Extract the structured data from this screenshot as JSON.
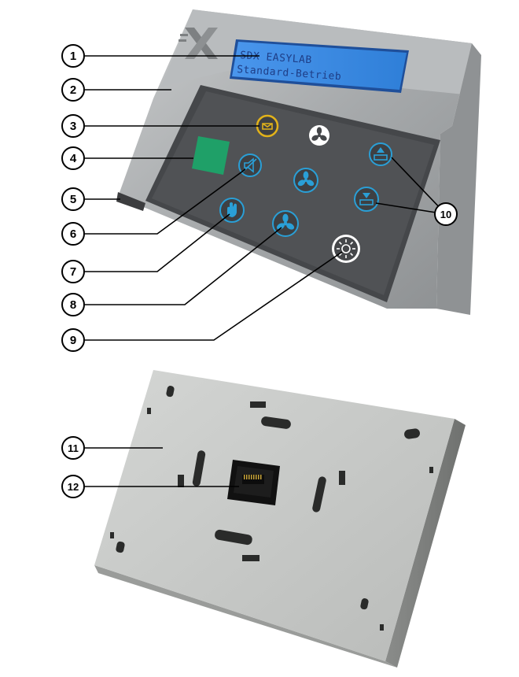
{
  "display": {
    "line1": "SDX EASYLAB",
    "line2": "Standard-Betrieb"
  },
  "callouts": [
    {
      "id": 1,
      "label": "1"
    },
    {
      "id": 2,
      "label": "2"
    },
    {
      "id": 3,
      "label": "3"
    },
    {
      "id": 4,
      "label": "4"
    },
    {
      "id": 5,
      "label": "5"
    },
    {
      "id": 6,
      "label": "6"
    },
    {
      "id": 7,
      "label": "7"
    },
    {
      "id": 8,
      "label": "8"
    },
    {
      "id": 9,
      "label": "9"
    },
    {
      "id": 10,
      "label": "10"
    },
    {
      "id": 11,
      "label": "11"
    },
    {
      "id": 12,
      "label": "12"
    }
  ],
  "buttons": {
    "mute": {
      "icon": "mute-icon"
    },
    "fan_low": {
      "icon": "fan-icon"
    },
    "fan_mid": {
      "icon": "fan-icon"
    },
    "fan_high": {
      "icon": "fan-icon"
    },
    "fan_white": {
      "icon": "fan-icon"
    },
    "hand": {
      "icon": "hand-icon"
    },
    "light": {
      "icon": "light-icon"
    },
    "alarm": {
      "icon": "alarm-icon"
    },
    "sash_up": {
      "icon": "sash-up-icon"
    },
    "sash_down": {
      "icon": "sash-down-icon"
    }
  },
  "colors": {
    "panel": "#4a4c4f",
    "housing": "#a9acae",
    "lcd": "#3f8ee6",
    "button_blue": "#2a9fd6",
    "status_green": "#1fa068",
    "alarm_orange": "#e2b21a",
    "plate": "#c9cbc9"
  }
}
